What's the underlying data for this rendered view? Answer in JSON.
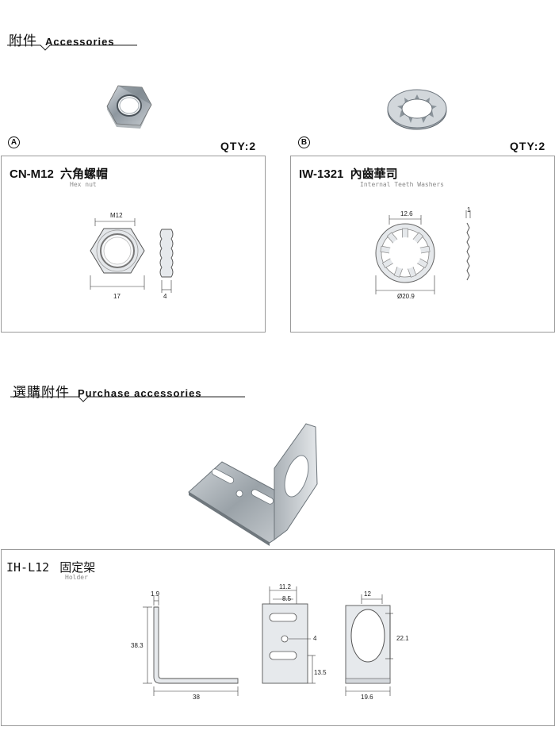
{
  "accessories": {
    "zh": "附件",
    "en": "Accessories"
  },
  "purchase": {
    "zh": "選購附件",
    "en": "Purchase accessories"
  },
  "item_a": {
    "marker": "A",
    "qty": "QTY:2",
    "code": "CN-M12",
    "name_zh": "六角螺帽",
    "name_en": "Hex nut",
    "dims": {
      "thread": "M12",
      "width": "17",
      "thickness": "4"
    }
  },
  "item_b": {
    "marker": "B",
    "qty": "QTY:2",
    "code": "IW-1321",
    "name_zh": "內齒華司",
    "name_en": "Internal Teeth Washers",
    "dims": {
      "inner": "12.6",
      "outer": "Ø20.9",
      "thickness": "1"
    }
  },
  "holder": {
    "code": "IH-L12",
    "name_zh": "固定架",
    "name_en": "Holder",
    "dims": {
      "side_thickness": "1.9",
      "side_height": "38.3",
      "side_length": "38",
      "slot_outer": "11.2",
      "slot_inner": "8.5",
      "hole": "4",
      "slot_offset": "13.5",
      "ring_width": "12",
      "ring_height": "22.1",
      "plate_width": "19.6"
    }
  }
}
